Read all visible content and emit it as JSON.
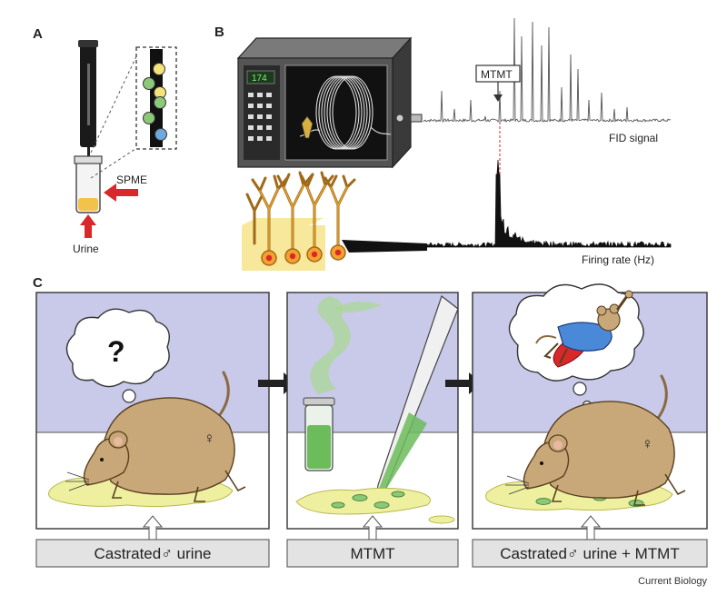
{
  "panels": {
    "a": "A",
    "b": "B",
    "c": "C"
  },
  "panel_a": {
    "spme_label": "SPME",
    "urine_label": "Urine"
  },
  "panel_b": {
    "instrument_display": "174",
    "peak_label": "MTMT",
    "fid_label": "FID signal",
    "firing_label": "Firing rate (Hz)"
  },
  "panel_c": {
    "question_mark": "?",
    "female_symbol": "♀",
    "captions": [
      "Castrated♂ urine",
      "MTMT",
      "Castrated♂ urine + MTMT"
    ]
  },
  "credit": "Current Biology",
  "colors": {
    "wall": "#c9c9e9",
    "urine": "#eef0a0",
    "mouse": "#c8a878",
    "arrow_red": "#d8282a",
    "green": "#8cc878",
    "neuron": "#e8b040"
  }
}
